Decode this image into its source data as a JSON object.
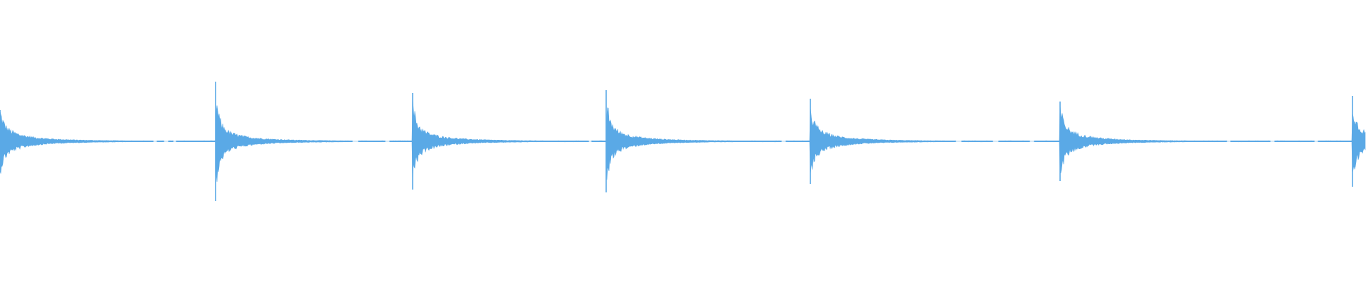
{
  "waveform": {
    "color": "#5aa9e6",
    "background": "#ffffff",
    "duration_s": 1.0,
    "transient_times_s": [
      0.0,
      0.158,
      0.302,
      0.444,
      0.593,
      0.776,
      0.99
    ],
    "peak_amplitudes": [
      0.22,
      0.42,
      0.34,
      0.36,
      0.3,
      0.28,
      0.32
    ],
    "dropout_gaps_s": [
      [
        0.112,
        0.115
      ],
      [
        0.12,
        0.123
      ],
      [
        0.127,
        0.129
      ],
      [
        0.258,
        0.262
      ],
      [
        0.282,
        0.285
      ],
      [
        0.431,
        0.433
      ],
      [
        0.572,
        0.575
      ],
      [
        0.7,
        0.704
      ],
      [
        0.727,
        0.731
      ],
      [
        0.754,
        0.757
      ],
      [
        0.898,
        0.901
      ],
      [
        0.93,
        0.933
      ],
      [
        0.962,
        0.965
      ]
    ]
  }
}
